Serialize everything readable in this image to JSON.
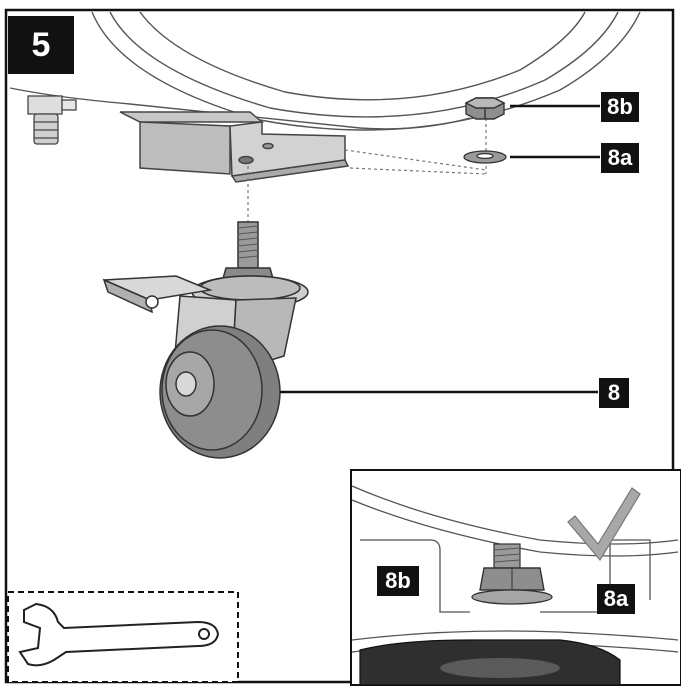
{
  "step_number": "5",
  "callouts": {
    "nut": "8b",
    "washer": "8a",
    "caster": "8",
    "detail_nut": "8b",
    "detail_washer": "8a"
  },
  "colors": {
    "ink": "#111111",
    "part_fill": "#d2d2d2",
    "wheel_fill": "#8d8d8d",
    "line": "#3a3a3a",
    "check_mark": "#9a9a9a"
  },
  "icons": {
    "wrench": "open-end-wrench-icon",
    "check": "check-mark-icon"
  }
}
